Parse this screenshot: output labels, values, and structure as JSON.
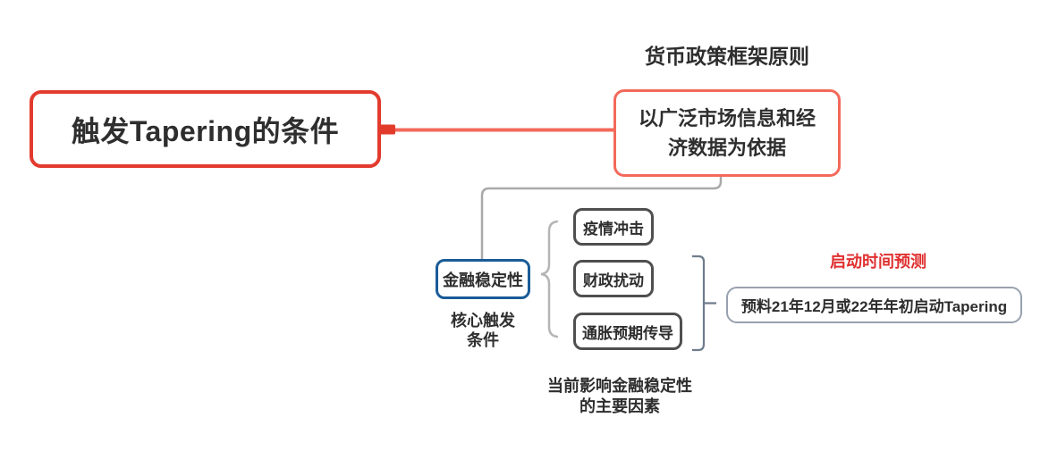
{
  "colors": {
    "root_border": "#e23b2e",
    "branch_line": "#f3695a",
    "branch_handle": "#e33b2b",
    "framework_border": "#f3695a",
    "stability_border": "#1a5b97",
    "item_border": "#4f4f4f",
    "prediction_border": "#98a1ae",
    "bracket": "#6f7c8d",
    "brace": "#b5b5b5",
    "connector": "#a9a9a9",
    "text": "#2e2e2e",
    "accent_text": "#e03030",
    "background": "#ffffff"
  },
  "root": {
    "title": "触发Tapering的条件"
  },
  "framework": {
    "label": "货币政策框架原则",
    "box": "以广泛市场信息和经\n济数据为依据"
  },
  "stability": {
    "box": "金融稳定性",
    "caption": "核心触发\n条件"
  },
  "factors": {
    "items": [
      "疫情冲击",
      "财政扰动",
      "通胀预期传导"
    ],
    "caption": "当前影响金融稳定性\n的主要因素"
  },
  "prediction": {
    "label": "启动时间预测",
    "box": "预料21年12月或22年年初启动Tapering"
  }
}
